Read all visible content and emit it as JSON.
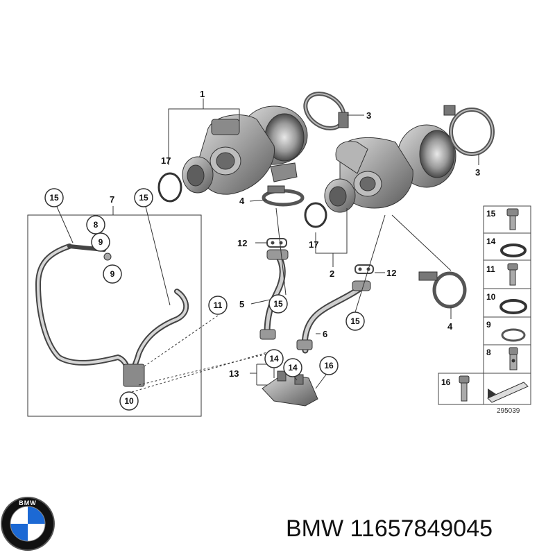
{
  "labels": {
    "l1": "1",
    "l2": "2",
    "l3a": "3",
    "l3b": "3",
    "l4a": "4",
    "l4b": "4",
    "l5": "5",
    "l6": "6",
    "l7": "7",
    "l12a": "12",
    "l12b": "12",
    "l13": "13",
    "l17a": "17",
    "l17b": "17"
  },
  "circled": {
    "c15a": "15",
    "c15b": "15",
    "c15c": "15",
    "c15d": "15",
    "c8": "8",
    "c9a": "9",
    "c9b": "9",
    "c11": "11",
    "c10": "10",
    "c14a": "14",
    "c14b": "14",
    "c16": "16"
  },
  "legend": {
    "items": [
      "15",
      "14",
      "11",
      "10",
      "9",
      "8",
      "16"
    ]
  },
  "diagram_number": "295039",
  "brand": {
    "logo_text": "BMW",
    "caption": "BMW 11657849045"
  },
  "colors": {
    "metal": "#9a9a9a",
    "metal_dark": "#5e5e5e",
    "metal_light": "#cfcfcf",
    "logo_blue": "#1c69d4",
    "logo_ring": "#111111"
  }
}
